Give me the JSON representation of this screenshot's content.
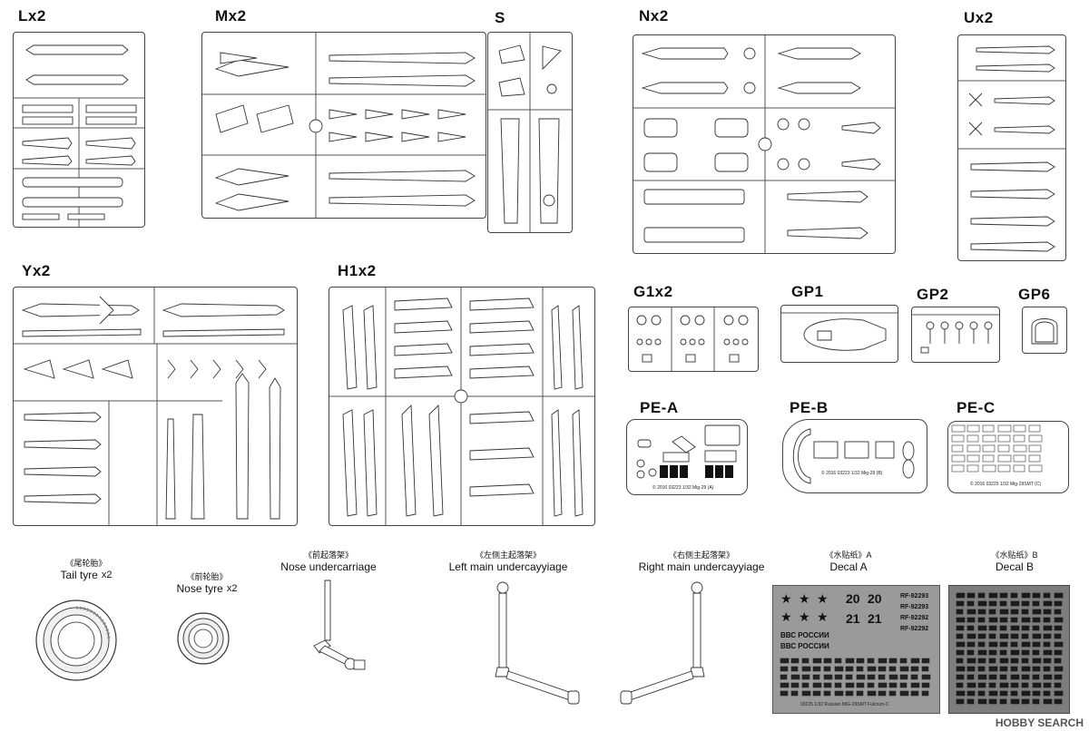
{
  "sprues": {
    "L": {
      "label": "Lx2"
    },
    "M": {
      "label": "Mx2"
    },
    "S": {
      "label": "S"
    },
    "N": {
      "label": "Nx2"
    },
    "U": {
      "label": "Ux2"
    },
    "Y": {
      "label": "Yx2"
    },
    "H1": {
      "label": "H1x2"
    },
    "G1": {
      "label": "G1x2"
    },
    "GP1": {
      "label": "GP1"
    },
    "GP2": {
      "label": "GP2"
    },
    "GP6": {
      "label": "GP6"
    },
    "PEA": {
      "label": "PE-A",
      "print": "© 2016  03223  1/32  Mig-29  (A)"
    },
    "PEB": {
      "label": "PE-B",
      "print": "© 2016  03223  1/32  Mig-29  (B)"
    },
    "PEC": {
      "label": "PE-C",
      "print": "© 2016  03225  1/32  Mig-29SMT (C)"
    }
  },
  "parts": {
    "tail_tyre": {
      "cn": "《尾轮胎》",
      "en": "Tail tyre",
      "mult": "x2"
    },
    "nose_tyre": {
      "cn": "《前轮胎》",
      "en": "Nose tyre",
      "mult": "x2"
    },
    "nose_gear": {
      "cn": "《前起落架》",
      "en": "Nose undercarriage"
    },
    "left_gear": {
      "cn": "《左侧主起落架》",
      "en": "Left main undercayyiage"
    },
    "right_gear": {
      "cn": "《右侧主起落架》",
      "en": "Right main undercayyiage"
    },
    "decal_a": {
      "cn": "《水贴纸》A",
      "en": "Decal A"
    },
    "decal_b": {
      "cn": "《水贴纸》B",
      "en": "Decal B"
    }
  },
  "decal_a_print": {
    "nums": [
      "20",
      "20",
      "21",
      "21"
    ],
    "codes": [
      "RF-92293",
      "RF-92293",
      "RF-92292",
      "RF-92292"
    ],
    "text": [
      "ВВС РОССИИ",
      "ВВС РОССИИ"
    ],
    "footer": "03225  1/32  Russian  MiG-29SMT  Fulcrum-C"
  },
  "watermark": "HOBBY SEARCH"
}
